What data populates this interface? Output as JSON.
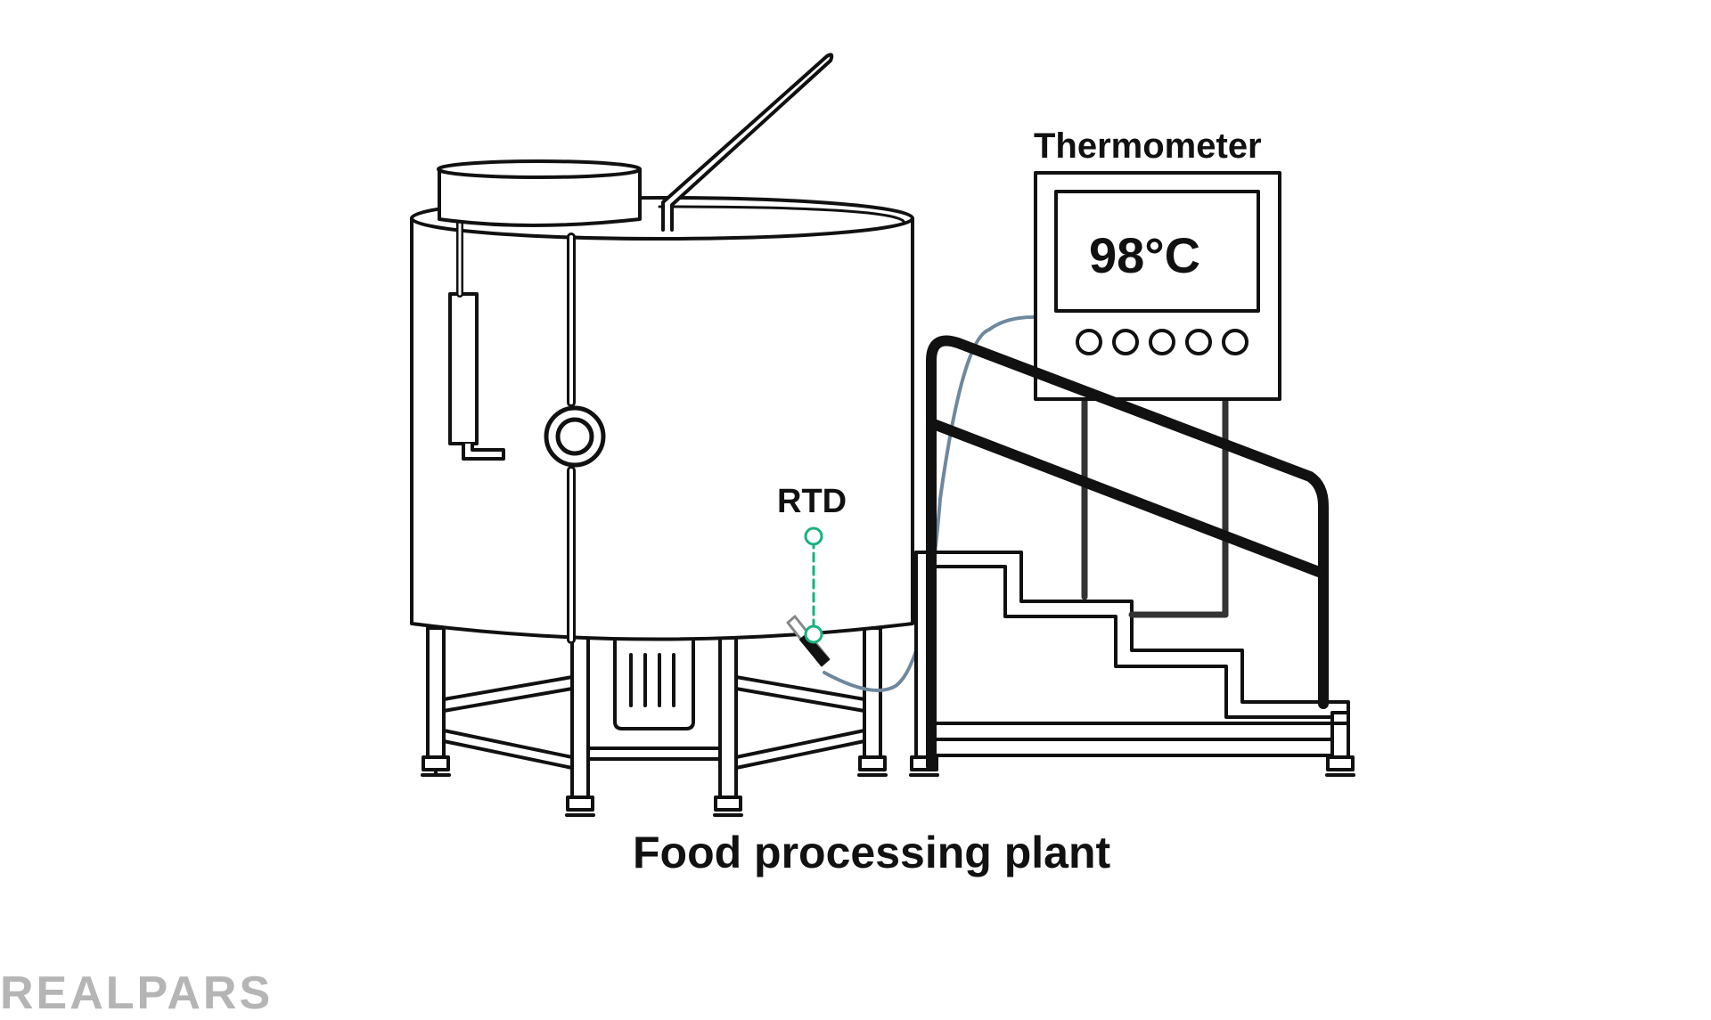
{
  "thermometer": {
    "label": "Thermometer",
    "reading": "98°C",
    "button_count": 5
  },
  "sensor": {
    "label": "RTD"
  },
  "caption": "Food processing plant",
  "brand": "REALPARS",
  "colors": {
    "outline": "#111111",
    "sensor_accent": "#19b27b",
    "cable": "#6e889e",
    "brand_gray": "#b5b5b5"
  }
}
